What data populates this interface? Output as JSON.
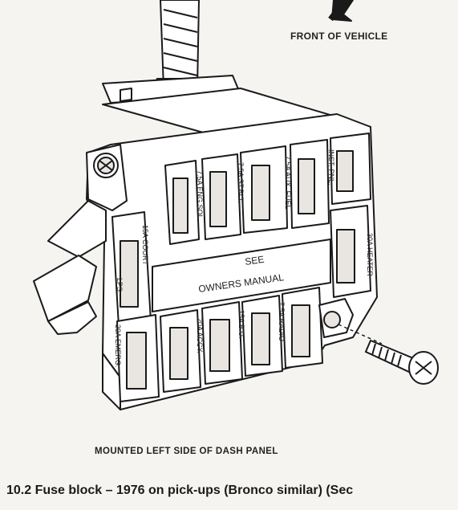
{
  "labels": {
    "front": "FRONT OF VEHICLE",
    "mount": "MOUNTED LEFT SIDE OF DASH PANEL",
    "caption": "10.2 Fuse block – 1976 on pick-ups (Bronco similar) (Sec",
    "see_owners": "SEE",
    "owners_manual": "OWNERS MANUAL"
  },
  "fuses": {
    "engsol": "7.5A ENG.SOL.",
    "stblt": "7.5A ST.BLT.",
    "auxfuel": "7.5A AUX. FUEL",
    "instpnl": "INST. PNL.",
    "court": "15A COURT",
    "heater": "30A HEATER",
    "lps": "LPS.",
    "emerg": "20A EMERG.",
    "accy": "20A ACCY.",
    "bu": "15A B.U.",
    "radio": "7.5A RADIO"
  }
}
